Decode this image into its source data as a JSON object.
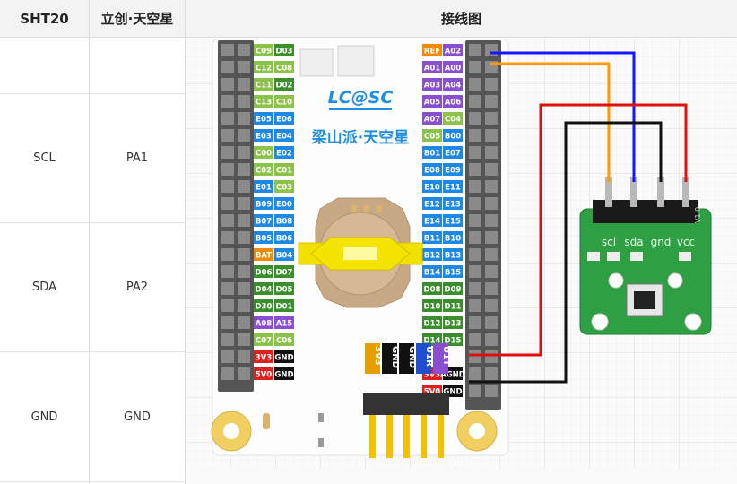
{
  "headers": [
    "SHT20",
    "立创·天空星",
    "接线图"
  ],
  "rows": [
    {
      "sht20": "",
      "mcu": ""
    },
    {
      "sht20": "SCL",
      "mcu": "PA1"
    },
    {
      "sht20": "SDA",
      "mcu": "PA2"
    },
    {
      "sht20": "GND",
      "mcu": "GND"
    }
  ],
  "board": {
    "logo": "LC@SC",
    "name": "梁山派·天空星",
    "left_pins": [
      [
        "C09",
        "D03"
      ],
      [
        "C12",
        "C08"
      ],
      [
        "C11",
        "D02"
      ],
      [
        "C13",
        "C10"
      ],
      [
        "E05",
        "E06"
      ],
      [
        "E03",
        "E04"
      ],
      [
        "C00",
        "E02"
      ],
      [
        "C02",
        "C01"
      ],
      [
        "E01",
        "C03"
      ],
      [
        "B09",
        "E00"
      ],
      [
        "B07",
        "B08"
      ],
      [
        "B05",
        "B06"
      ],
      [
        "BAT",
        "B04"
      ],
      [
        "D06",
        "D07"
      ],
      [
        "D04",
        "D05"
      ],
      [
        "D30",
        "D01"
      ],
      [
        "A08",
        "A15"
      ],
      [
        "C07",
        "C06"
      ],
      [
        "3V3",
        "GND"
      ],
      [
        "5V0",
        "GND"
      ]
    ],
    "right_pins": [
      [
        "REF",
        "A02"
      ],
      [
        "A01",
        "A00"
      ],
      [
        "A03",
        "A04"
      ],
      [
        "A05",
        "A06"
      ],
      [
        "A07",
        "C04"
      ],
      [
        "C05",
        "B00"
      ],
      [
        "B01",
        "E07"
      ],
      [
        "E08",
        "E09"
      ],
      [
        "E10",
        "E11"
      ],
      [
        "E12",
        "E13"
      ],
      [
        "E14",
        "E15"
      ],
      [
        "B11",
        "B10"
      ],
      [
        "B12",
        "B13"
      ],
      [
        "B14",
        "B15"
      ],
      [
        "D08",
        "D09"
      ],
      [
        "D10",
        "D11"
      ],
      [
        "D12",
        "D13"
      ],
      [
        "D14",
        "D15"
      ],
      [
        "",
        ""
      ],
      [
        "3V3",
        "AGND"
      ],
      [
        "5V0",
        "GND"
      ]
    ],
    "bottom_header": [
      "3V3",
      "GND",
      "GND",
      "U1R",
      "U1T"
    ]
  },
  "sensor": {
    "pins": [
      "scl",
      "sda",
      "gnd",
      "vcc"
    ],
    "mark": "V1.0"
  },
  "wire_colors": {
    "scl": "#ff9a00",
    "sda": "#1515ff",
    "gnd": "#111111",
    "vcc": "#e01010"
  }
}
